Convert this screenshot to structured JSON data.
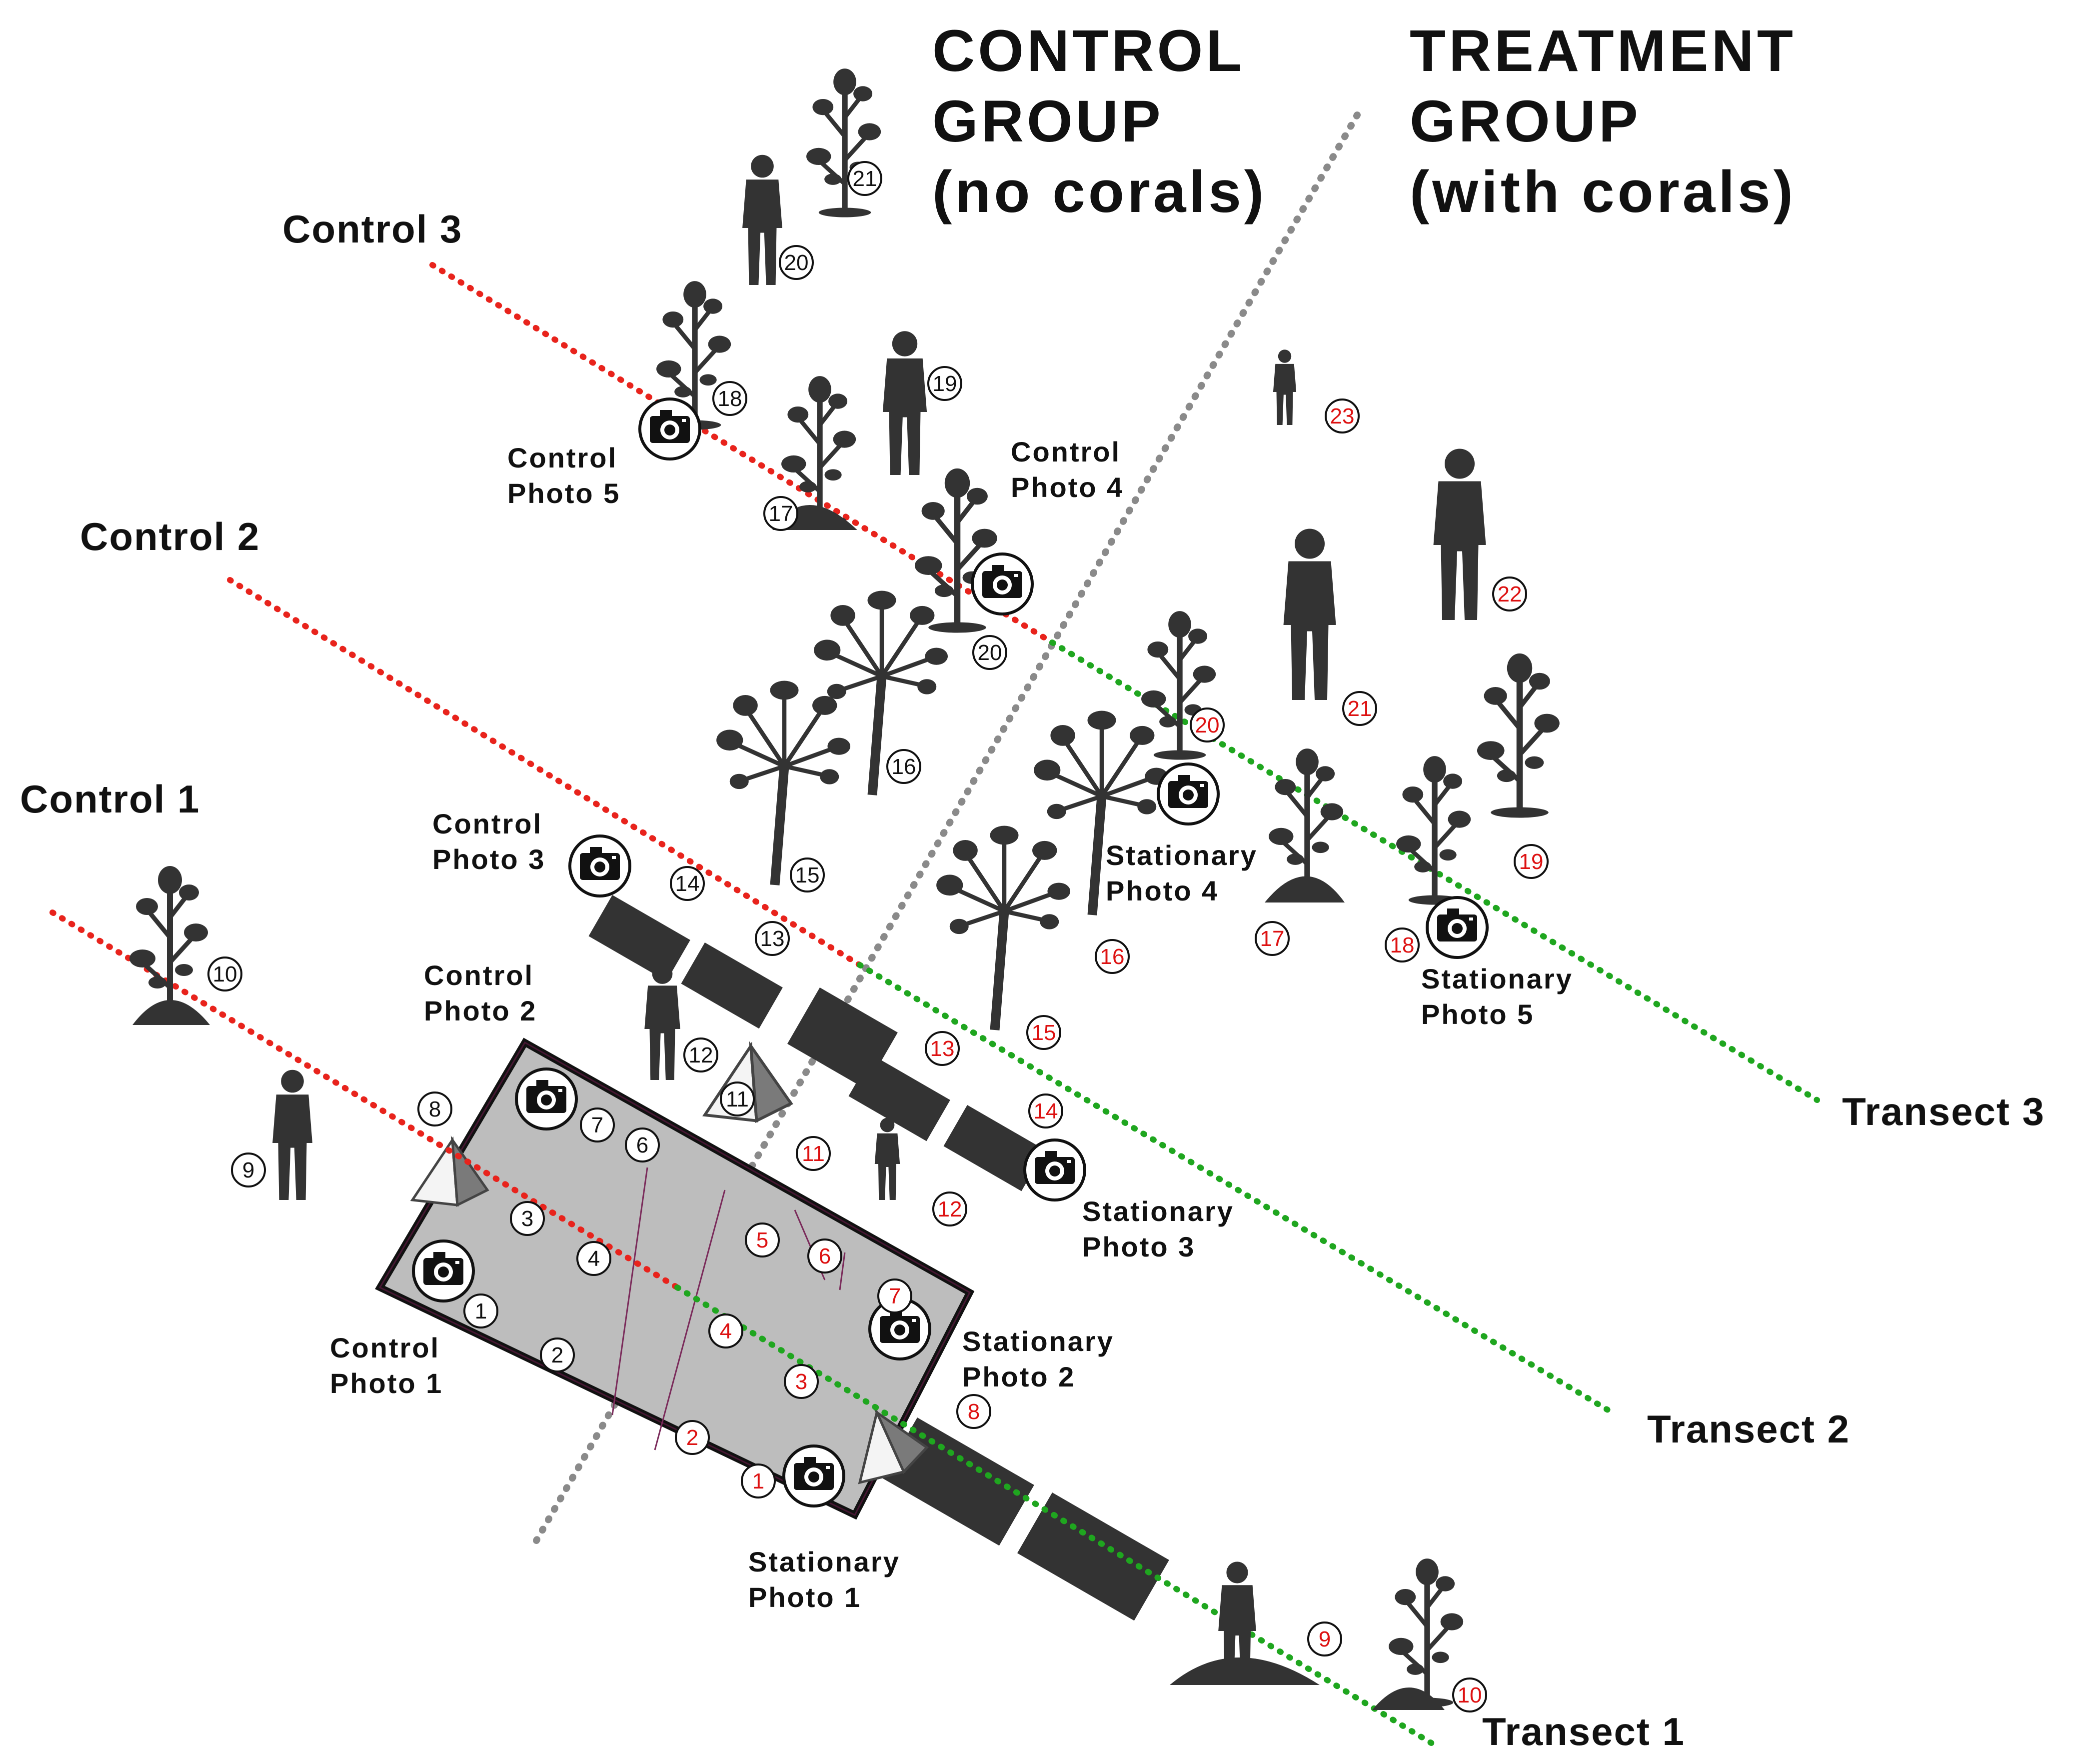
{
  "title": {
    "control": [
      "CONTROL",
      "GROUP",
      "(no corals)"
    ],
    "treatment": [
      "TREATMENT",
      "GROUP",
      "(with corals)"
    ]
  },
  "lines": {
    "control_1": "Control 1",
    "control_2": "Control 2",
    "control_3": "Control 3",
    "transect_1": "Transect 1",
    "transect_2": "Transect 2",
    "transect_3": "Transect 3"
  },
  "photo_labels": {
    "control_1": [
      "Control",
      "Photo 1"
    ],
    "control_2": [
      "Control",
      "Photo 2"
    ],
    "control_3": [
      "Control",
      "Photo 3"
    ],
    "control_4": [
      "Control",
      "Photo 4"
    ],
    "control_5": [
      "Control",
      "Photo 5"
    ],
    "stationary_1": [
      "Stationary",
      "Photo 1"
    ],
    "stationary_2": [
      "Stationary",
      "Photo 2"
    ],
    "stationary_3": [
      "Stationary",
      "Photo 3"
    ],
    "stationary_4": [
      "Stationary",
      "Photo 4"
    ],
    "stationary_5": [
      "Stationary",
      "Photo 5"
    ]
  },
  "markers": {
    "control": [
      "1",
      "2",
      "3",
      "4",
      "6",
      "7",
      "8",
      "9",
      "10",
      "11",
      "12",
      "13",
      "14",
      "15",
      "16",
      "17",
      "18",
      "19",
      "20",
      "20",
      "21"
    ],
    "treatment": [
      "1",
      "2",
      "3",
      "4",
      "5",
      "6",
      "7",
      "8",
      "9",
      "10",
      "11",
      "12",
      "13",
      "14",
      "15",
      "16",
      "17",
      "18",
      "19",
      "20",
      "21",
      "22",
      "23"
    ]
  },
  "colors": {
    "control_line": "#e8231c",
    "treatment_line": "#1fa61f",
    "divider": "#8a8a8a",
    "silhouette": "#333333",
    "ship_hull": "#bdbdbd",
    "treatment_marker_text": "#dd1111"
  },
  "icons": {
    "camera": "camera-icon",
    "plant": "plant-icon",
    "person": "person-icon",
    "umbrella_coral": "umbrella-coral-icon",
    "vehicle_piece": "vehicle-piece-icon",
    "fin_structure": "fin-structure-icon"
  }
}
